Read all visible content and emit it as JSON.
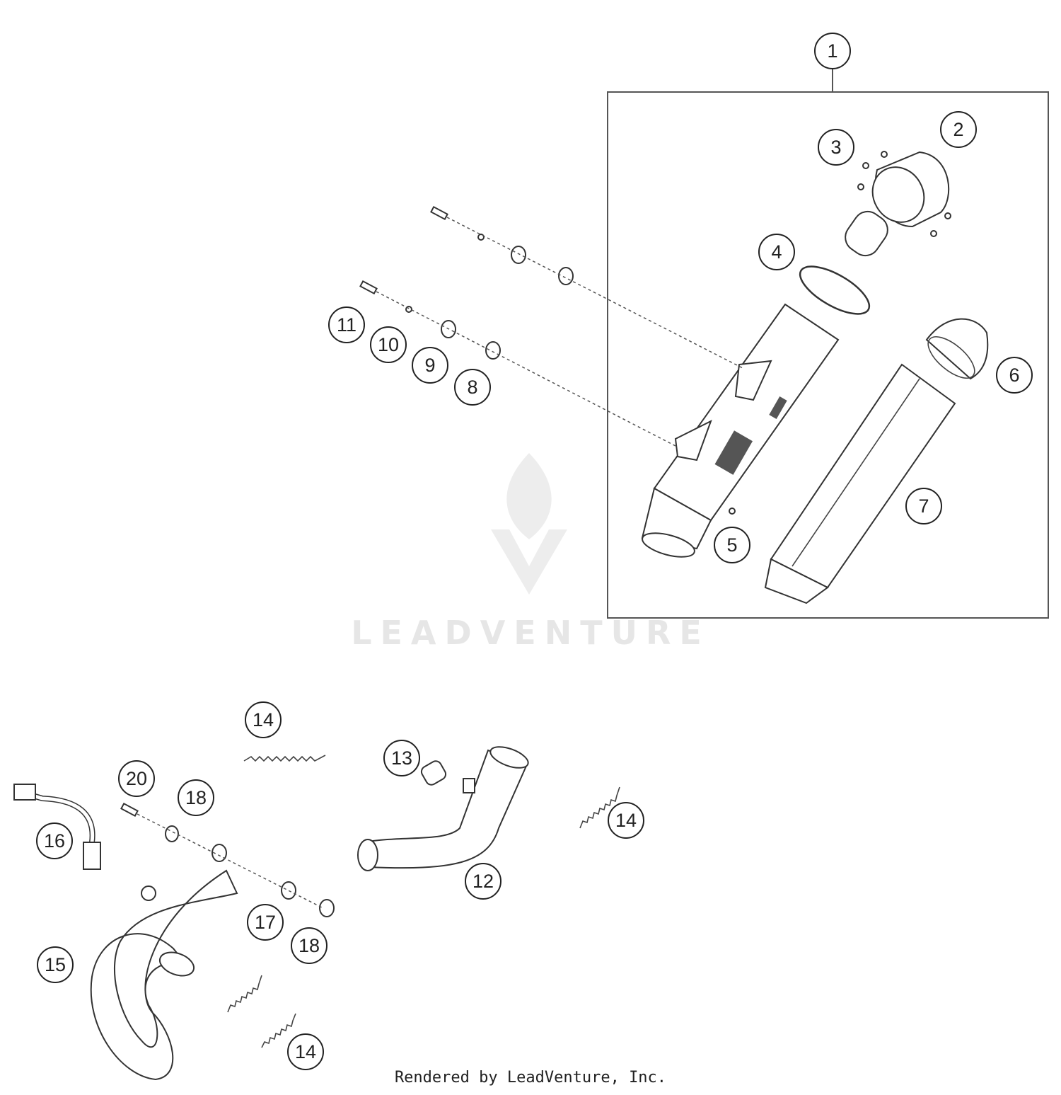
{
  "watermark": {
    "text": "LEADVENTURE"
  },
  "callouts": [
    {
      "id": "c1",
      "label": "1"
    },
    {
      "id": "c2",
      "label": "2"
    },
    {
      "id": "c3",
      "label": "3"
    },
    {
      "id": "c4",
      "label": "4"
    },
    {
      "id": "c5",
      "label": "5"
    },
    {
      "id": "c6",
      "label": "6"
    },
    {
      "id": "c7",
      "label": "7"
    },
    {
      "id": "c8",
      "label": "8"
    },
    {
      "id": "c9",
      "label": "9"
    },
    {
      "id": "c10",
      "label": "10"
    },
    {
      "id": "c11",
      "label": "11"
    },
    {
      "id": "c12",
      "label": "12"
    },
    {
      "id": "c13",
      "label": "13"
    },
    {
      "id": "c14a",
      "label": "14"
    },
    {
      "id": "c14b",
      "label": "14"
    },
    {
      "id": "c14c",
      "label": "14"
    },
    {
      "id": "c15",
      "label": "15"
    },
    {
      "id": "c16",
      "label": "16"
    },
    {
      "id": "c17",
      "label": "17"
    },
    {
      "id": "c18a",
      "label": "18"
    },
    {
      "id": "c18b",
      "label": "18"
    },
    {
      "id": "c20",
      "label": "20"
    }
  ],
  "footer": {
    "text": "Rendered by LeadVenture, Inc."
  }
}
